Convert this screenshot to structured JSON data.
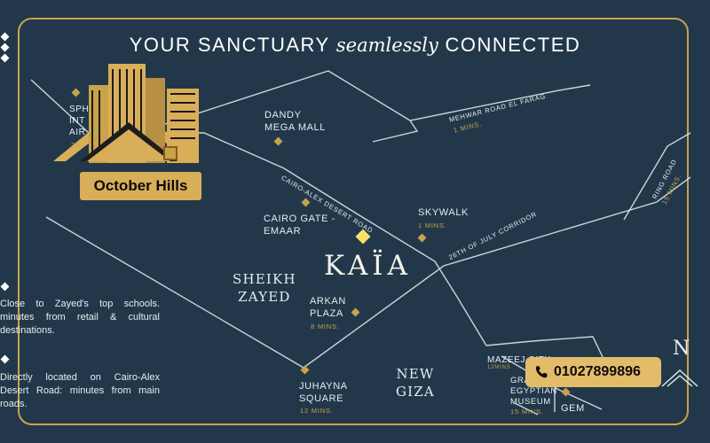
{
  "title": {
    "prefix": "YOUR SANCTUARY",
    "script": "seamlessly",
    "suffix": "CONNECTED"
  },
  "brand": "KAÏA",
  "callout": "October Hills",
  "phone": {
    "icon": "phone-icon",
    "number": "01027899896"
  },
  "landmarks": {
    "dandy": {
      "line1": "DANDY",
      "line2": "MEGA MALL"
    },
    "cairo_gate": {
      "line1": "CAIRO GATE -",
      "line2": "EMAAR"
    },
    "skywalk": {
      "name": "SKYWALK",
      "mins": "1 MINS."
    },
    "arkan": {
      "line1": "ARKAN",
      "line2": "PLAZA",
      "mins": "8 MINS."
    },
    "juhayna": {
      "line1": "JUHAYNA",
      "line2": "SQUARE",
      "mins": "12 MINS."
    },
    "mazeej": {
      "name": "MAZEEJ CITY",
      "mins": "12MINS"
    },
    "grand_egyptian": {
      "line1": "GRAND",
      "line2": "EGYPTIAN",
      "line3": "MUSEUM",
      "mins": "15 MINS."
    },
    "gem": "GEM",
    "sphinx_partial": {
      "line1": "SPH",
      "line2": "INT",
      "line3": "AIR",
      "mins": "25"
    }
  },
  "areas": {
    "sheikh_zayed": [
      "SHEIKH",
      "ZAYED"
    ],
    "new_giza": [
      "NEW",
      "GIZA"
    ]
  },
  "roads": {
    "cairo_alex": "CAIRO-ALEX DESERT ROAD",
    "mehwar": {
      "name": "MEHWAR ROAD EL FARAG",
      "mins": "1 MINS."
    },
    "corridor": "26TH OF JULY CORRIDOR",
    "ring": {
      "name": "RING ROAD",
      "mins": "15 MINS."
    }
  },
  "compass": "N",
  "descriptions": [
    "Close to Zayed's top schools. minutes from retail & cultural destinations.",
    "Directly located on Cairo-Alex Desert Road: minutes from main roads."
  ],
  "colors": {
    "background": "#22384a",
    "gold": "#c9a24a",
    "road": "#dfe6ea",
    "callout": "#d9ae59",
    "kaia_marker": "#f6e26b"
  }
}
